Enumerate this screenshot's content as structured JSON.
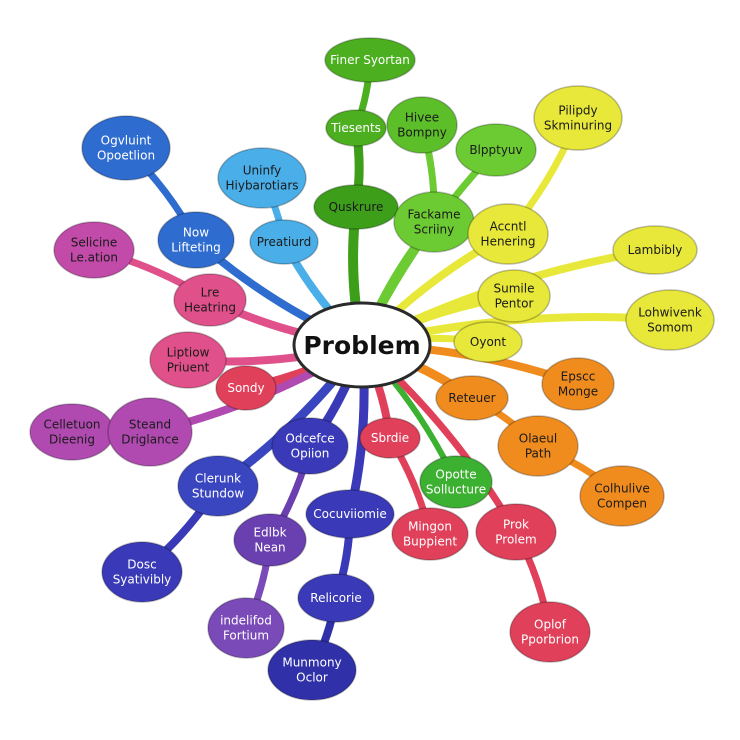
{
  "center": {
    "label": "Problem",
    "fill": "#ffffff",
    "stroke": "#2a2a2a"
  },
  "nodes": [
    {
      "id": "finer-syortan",
      "lines": [
        "Finer Syortan"
      ],
      "color": "#4caf1f",
      "text_color": "#ffffff"
    },
    {
      "id": "tiesents",
      "lines": [
        "Tiesents"
      ],
      "color": "#4caf1f",
      "text_color": "#ffffff"
    },
    {
      "id": "quskrure",
      "lines": [
        "Quskrure"
      ],
      "color": "#3d9e1a",
      "text_color": "#1a1a1a"
    },
    {
      "id": "hivee-bompny",
      "lines": [
        "Hivee",
        "Bompny"
      ],
      "color": "#5cbf2a",
      "text_color": "#1a1a1a"
    },
    {
      "id": "blpptyuv",
      "lines": [
        "Blpptyuv"
      ],
      "color": "#6ccb32",
      "text_color": "#1a1a1a"
    },
    {
      "id": "fackame-scriiny",
      "lines": [
        "Fackame",
        "Scriiny"
      ],
      "color": "#6ccb32",
      "text_color": "#1a1a1a"
    },
    {
      "id": "pilipdy-skminuring",
      "lines": [
        "Pilipdy",
        "Skminuring"
      ],
      "color": "#e8e83a",
      "text_color": "#1a1a1a"
    },
    {
      "id": "accntl-henering",
      "lines": [
        "Accntl",
        "Henering"
      ],
      "color": "#e8e83a",
      "text_color": "#1a1a1a"
    },
    {
      "id": "lambibly",
      "lines": [
        "Lambibly"
      ],
      "color": "#e8e83a",
      "text_color": "#1a1a1a"
    },
    {
      "id": "sumile-pentor",
      "lines": [
        "Sumile",
        "Pentor"
      ],
      "color": "#e8e83a",
      "text_color": "#1a1a1a"
    },
    {
      "id": "lohwivenk-somom",
      "lines": [
        "Lohwivenk",
        "Somom"
      ],
      "color": "#e8e83a",
      "text_color": "#1a1a1a"
    },
    {
      "id": "oyont",
      "lines": [
        "Oyont"
      ],
      "color": "#e8e83a",
      "text_color": "#1a1a1a"
    },
    {
      "id": "epscc-monge",
      "lines": [
        "Epscc",
        "Monge"
      ],
      "color": "#f08c1e",
      "text_color": "#1a1a1a"
    },
    {
      "id": "reteuer",
      "lines": [
        "Reteuer"
      ],
      "color": "#f08c1e",
      "text_color": "#1a1a1a"
    },
    {
      "id": "olaeul-path",
      "lines": [
        "Olaeul",
        "Path"
      ],
      "color": "#f08c1e",
      "text_color": "#1a1a1a"
    },
    {
      "id": "colhulive-compen",
      "lines": [
        "Colhulive",
        "Compen"
      ],
      "color": "#f08c1e",
      "text_color": "#1a1a1a"
    },
    {
      "id": "opotte-sollucture",
      "lines": [
        "Opotte",
        "Sollucture"
      ],
      "color": "#3cb030",
      "text_color": "#ffffff"
    },
    {
      "id": "sbrdie",
      "lines": [
        "Sbrdie"
      ],
      "color": "#e0405a",
      "text_color": "#ffffff"
    },
    {
      "id": "mingon-buppient",
      "lines": [
        "Mingon",
        "Buppient"
      ],
      "color": "#e0405a",
      "text_color": "#ffffff"
    },
    {
      "id": "prok-prolem",
      "lines": [
        "Prok",
        "Prolem"
      ],
      "color": "#e0405a",
      "text_color": "#ffffff"
    },
    {
      "id": "oplof-pporbrion",
      "lines": [
        "Oplof",
        "Pporbrion"
      ],
      "color": "#e0405a",
      "text_color": "#ffffff"
    },
    {
      "id": "ogvluint-opoetlion",
      "lines": [
        "Ogvluint",
        "Opoetlion"
      ],
      "color": "#2e6cd0",
      "text_color": "#ffffff"
    },
    {
      "id": "now-lifteting",
      "lines": [
        "Now",
        "Lifteting"
      ],
      "color": "#2e6cd0",
      "text_color": "#ffffff"
    },
    {
      "id": "uninfy-hiybarotiars",
      "lines": [
        "Uninfy",
        "Hiybarotiars"
      ],
      "color": "#4aaee8",
      "text_color": "#1a1a1a"
    },
    {
      "id": "preatiurd",
      "lines": [
        "Preatiurd"
      ],
      "color": "#4aaee8",
      "text_color": "#1a1a1a"
    },
    {
      "id": "selicine-leation",
      "lines": [
        "Selicine",
        "Le.ation"
      ],
      "color": "#c24aa8",
      "text_color": "#1a1a1a"
    },
    {
      "id": "lre-heatring",
      "lines": [
        "Lre",
        "Heatring"
      ],
      "color": "#e0508a",
      "text_color": "#1a1a1a"
    },
    {
      "id": "liptiow-priuent",
      "lines": [
        "Liptiow",
        "Priuent"
      ],
      "color": "#e0508a",
      "text_color": "#1a1a1a"
    },
    {
      "id": "sondy",
      "lines": [
        "Sondy"
      ],
      "color": "#e0405a",
      "text_color": "#ffffff"
    },
    {
      "id": "celletuon-dieenig",
      "lines": [
        "Celletuon",
        "Dieenig"
      ],
      "color": "#b04ab0",
      "text_color": "#1a1a1a"
    },
    {
      "id": "steand-driglance",
      "lines": [
        "Steand",
        "Driglance"
      ],
      "color": "#b04ab0",
      "text_color": "#1a1a1a"
    },
    {
      "id": "odcefce-opiion",
      "lines": [
        "Odcefce",
        "Opiion"
      ],
      "color": "#3a3ab8",
      "text_color": "#ffffff"
    },
    {
      "id": "clerunk-stundow",
      "lines": [
        "Clerunk",
        "Stundow"
      ],
      "color": "#3a46c0",
      "text_color": "#ffffff"
    },
    {
      "id": "cocuviiomie",
      "lines": [
        "Cocuviiomie"
      ],
      "color": "#3a3ab8",
      "text_color": "#ffffff"
    },
    {
      "id": "edlbk-nean",
      "lines": [
        "Edlbk",
        "Nean"
      ],
      "color": "#6a40b0",
      "text_color": "#ffffff"
    },
    {
      "id": "dosc-syativibly",
      "lines": [
        "Dosc",
        "Syativibly"
      ],
      "color": "#3a3ab8",
      "text_color": "#ffffff"
    },
    {
      "id": "relicorie",
      "lines": [
        "Relicorie"
      ],
      "color": "#3a3ab8",
      "text_color": "#ffffff"
    },
    {
      "id": "indelifod-fortium",
      "lines": [
        "indelifod",
        "Fortium"
      ],
      "color": "#7a4ab8",
      "text_color": "#ffffff"
    },
    {
      "id": "munmony-oclor",
      "lines": [
        "Munmony",
        "Oclor"
      ],
      "color": "#3030a8",
      "text_color": "#ffffff"
    }
  ]
}
